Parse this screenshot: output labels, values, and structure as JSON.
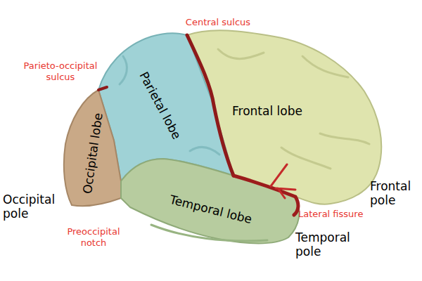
{
  "diagram": {
    "labels": [
      "Central sulcus",
      "Parieto-occipital sulcus",
      "Frontal lobe",
      "Parietal lobe",
      "Occipital lobe",
      "Temporal lobe",
      "Occipital pole",
      "Frontal pole",
      "Temporal pole",
      "Preoccipital notch",
      "Lateral fissure"
    ]
  }
}
